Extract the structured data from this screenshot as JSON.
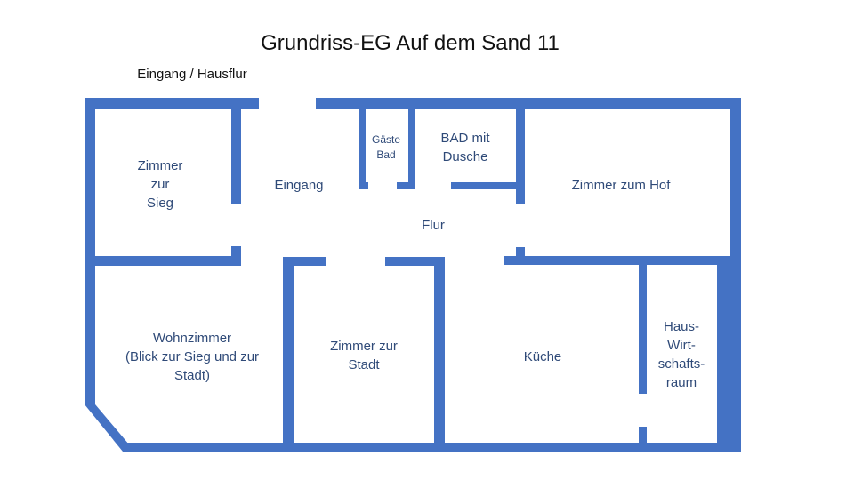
{
  "title": "Grundriss-EG Auf dem Sand 11",
  "subtitle": "Eingang / Hausflur",
  "colors": {
    "wall": "#4472C4",
    "text": "#2F4A78",
    "title": "#111111",
    "background": "#FFFFFF"
  },
  "rooms": {
    "zimmer_sieg": {
      "lines": [
        "Zimmer",
        "zur",
        "Sieg"
      ]
    },
    "eingang": {
      "lines": [
        "Eingang"
      ]
    },
    "gaeste_bad": {
      "lines": [
        "Gäste",
        "Bad"
      ]
    },
    "bad": {
      "lines": [
        "BAD mit",
        "Dusche"
      ]
    },
    "zimmer_hof": {
      "lines": [
        "Zimmer zum Hof"
      ]
    },
    "flur": {
      "lines": [
        "Flur"
      ]
    },
    "wohnzimmer": {
      "lines": [
        "Wohnzimmer",
        "(Blick zur Sieg und zur",
        "Stadt)"
      ]
    },
    "zimmer_stadt": {
      "lines": [
        "Zimmer zur",
        "Stadt"
      ]
    },
    "kueche": {
      "lines": [
        "Küche"
      ]
    },
    "hwr": {
      "lines": [
        "Haus-",
        "Wirt-",
        "schafts-",
        "raum"
      ]
    }
  }
}
